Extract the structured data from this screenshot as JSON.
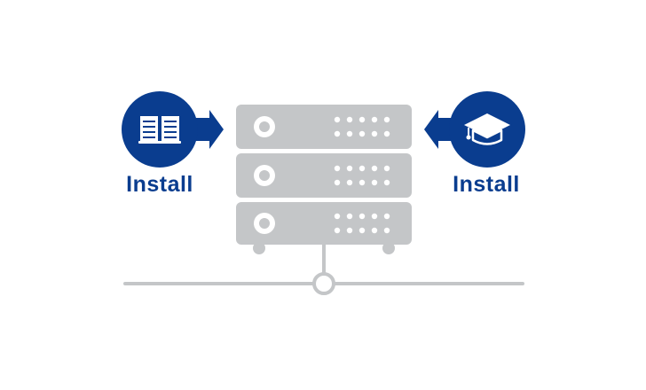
{
  "colors": {
    "brand_blue": "#0a3d8f",
    "server_gray": "#c4c6c8",
    "line_gray": "#c4c6c8",
    "white": "#ffffff"
  },
  "left_node": {
    "icon": "open-book-icon",
    "label": "Install"
  },
  "right_node": {
    "icon": "graduation-cap-icon",
    "label": "Install"
  },
  "server": {
    "icon": "server-rack-icon",
    "units": 3
  },
  "network": {
    "icon": "network-node-icon"
  }
}
